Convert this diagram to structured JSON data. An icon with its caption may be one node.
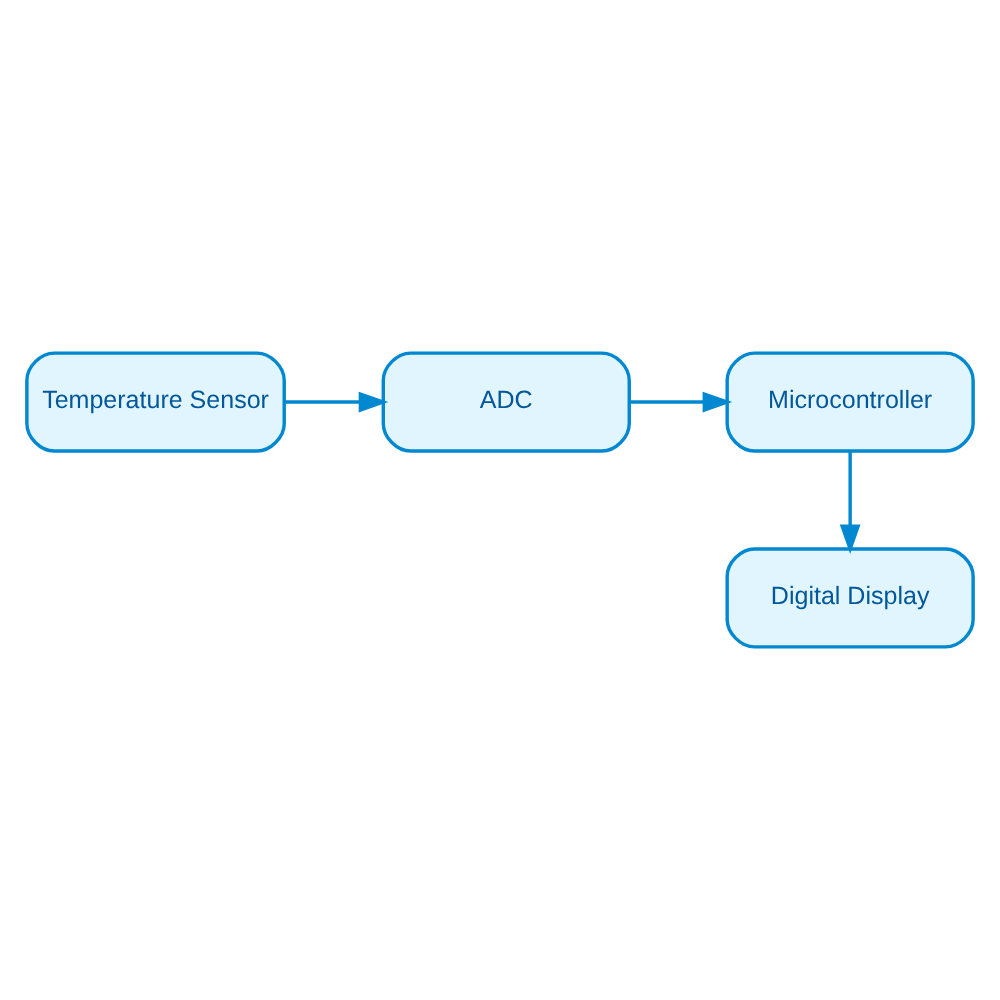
{
  "diagram": {
    "nodes": [
      {
        "text": [
          "Temperature Sensor"
        ]
      },
      {
        "text": [
          "ADC"
        ]
      },
      {
        "text": [
          "Microcontroller"
        ]
      },
      {
        "text": [
          "Digital Display"
        ]
      }
    ],
    "edges": [
      {
        "from": 0,
        "to": 1,
        "arrow": "to"
      },
      {
        "from": 1,
        "to": 2,
        "arrow": "to"
      },
      {
        "from": 2,
        "to": 3,
        "arrow": "to"
      }
    ]
  }
}
